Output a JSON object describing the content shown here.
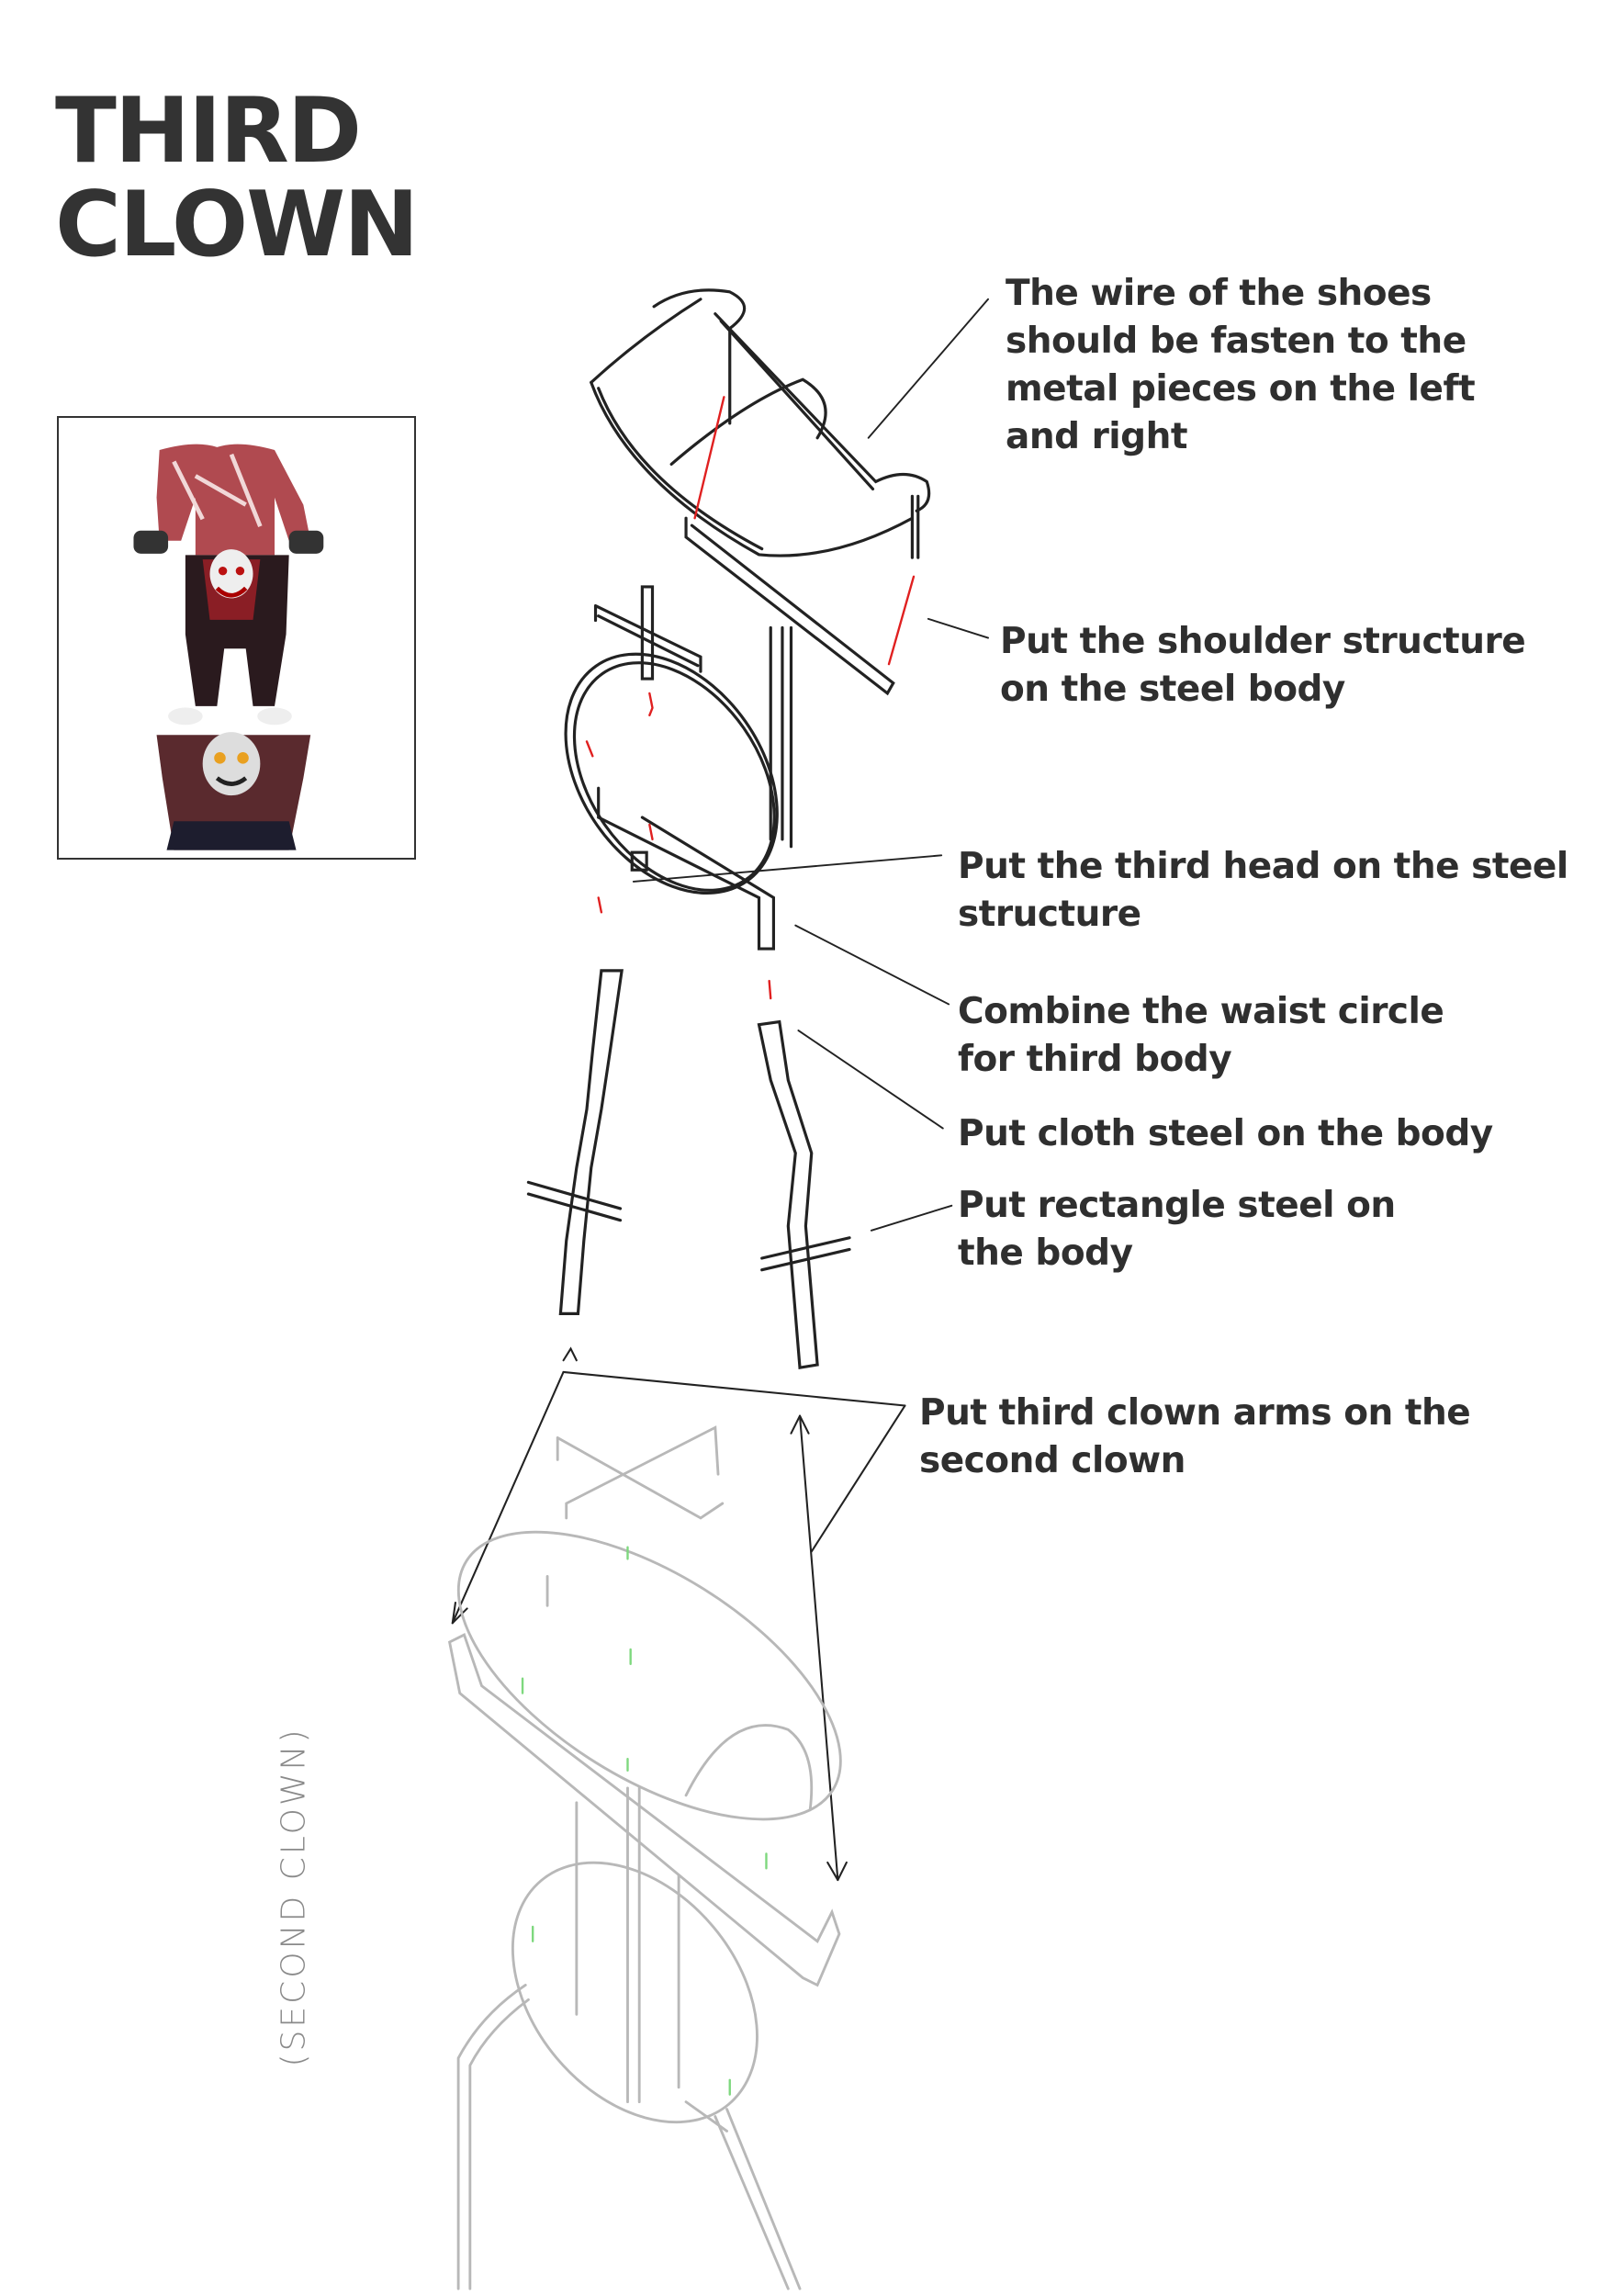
{
  "title": {
    "line1": "THIRD",
    "line2": "CLOWN"
  },
  "annotations": [
    {
      "lines": [
        "The wire of the shoes",
        "should be fasten to the",
        "metal pieces on the left",
        "and right"
      ]
    },
    {
      "lines": [
        "Put the shoulder structure",
        "on the steel body"
      ]
    },
    {
      "lines": [
        "Put the third head on the steel",
        "structure"
      ]
    },
    {
      "lines": [
        "Combine the waist circle",
        "for third body"
      ]
    },
    {
      "lines": [
        "Put cloth steel on the body"
      ]
    },
    {
      "lines": [
        "Put rectangle steel on",
        "the body"
      ]
    },
    {
      "lines": [
        "Put third clown arms on the",
        "second clown"
      ]
    }
  ],
  "side_label": "(SECOND CLOWN)",
  "colors": {
    "text": "#2f2f2f",
    "wire": "#222222",
    "faded_wire": "#bbbbbb",
    "marker_red": "#e02020",
    "marker_green": "#7ed87e"
  }
}
